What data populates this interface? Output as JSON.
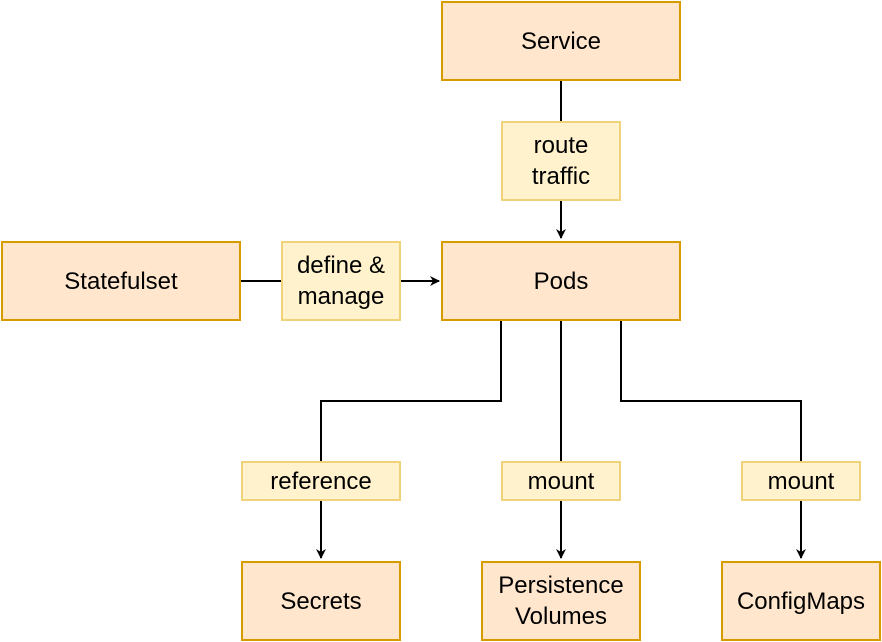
{
  "diagram": {
    "nodes": {
      "service": "Service",
      "statefulset": "Statefulset",
      "pods": "Pods",
      "secrets": "Secrets",
      "persistence_volumes": "Persistence\nVolumes",
      "configmaps": "ConfigMaps"
    },
    "edges": {
      "service_to_pods": "route\ntraffic",
      "statefulset_to_pods": "define &\nmanage",
      "pods_to_secrets": "reference",
      "pods_to_persistence_volumes": "mount",
      "pods_to_configmaps": "mount"
    },
    "colors": {
      "node_fill": "#ffe6cc",
      "node_border": "#d79b00",
      "label_fill": "#fff2cc",
      "label_border": "#f0d27a",
      "edge": "#000000"
    }
  }
}
